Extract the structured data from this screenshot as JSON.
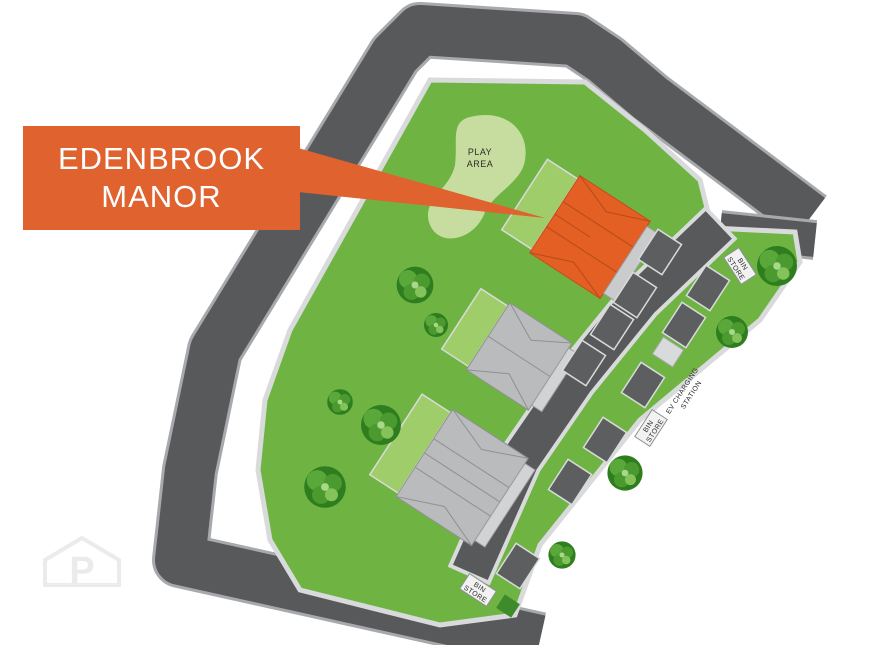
{
  "development": {
    "name_line1": "EDENBROOK",
    "name_line2": "MANOR"
  },
  "labels": {
    "play_area_line1": "PLAY",
    "play_area_line2": "AREA",
    "ev_line1": "EV CHARGING",
    "ev_line2": "STATION",
    "bin_store_line1": "BIN",
    "bin_store_line2": "STORE"
  },
  "colors": {
    "road": "#58595b",
    "road_edge": "#a7a9ac",
    "grass": "#6fb443",
    "garden": "#9fcd6a",
    "play_area": "#c7dd9f",
    "highlight_roof": "#e35f24",
    "roof": "#b9bbbd",
    "callout": "#e0622f"
  },
  "watermark": "P"
}
